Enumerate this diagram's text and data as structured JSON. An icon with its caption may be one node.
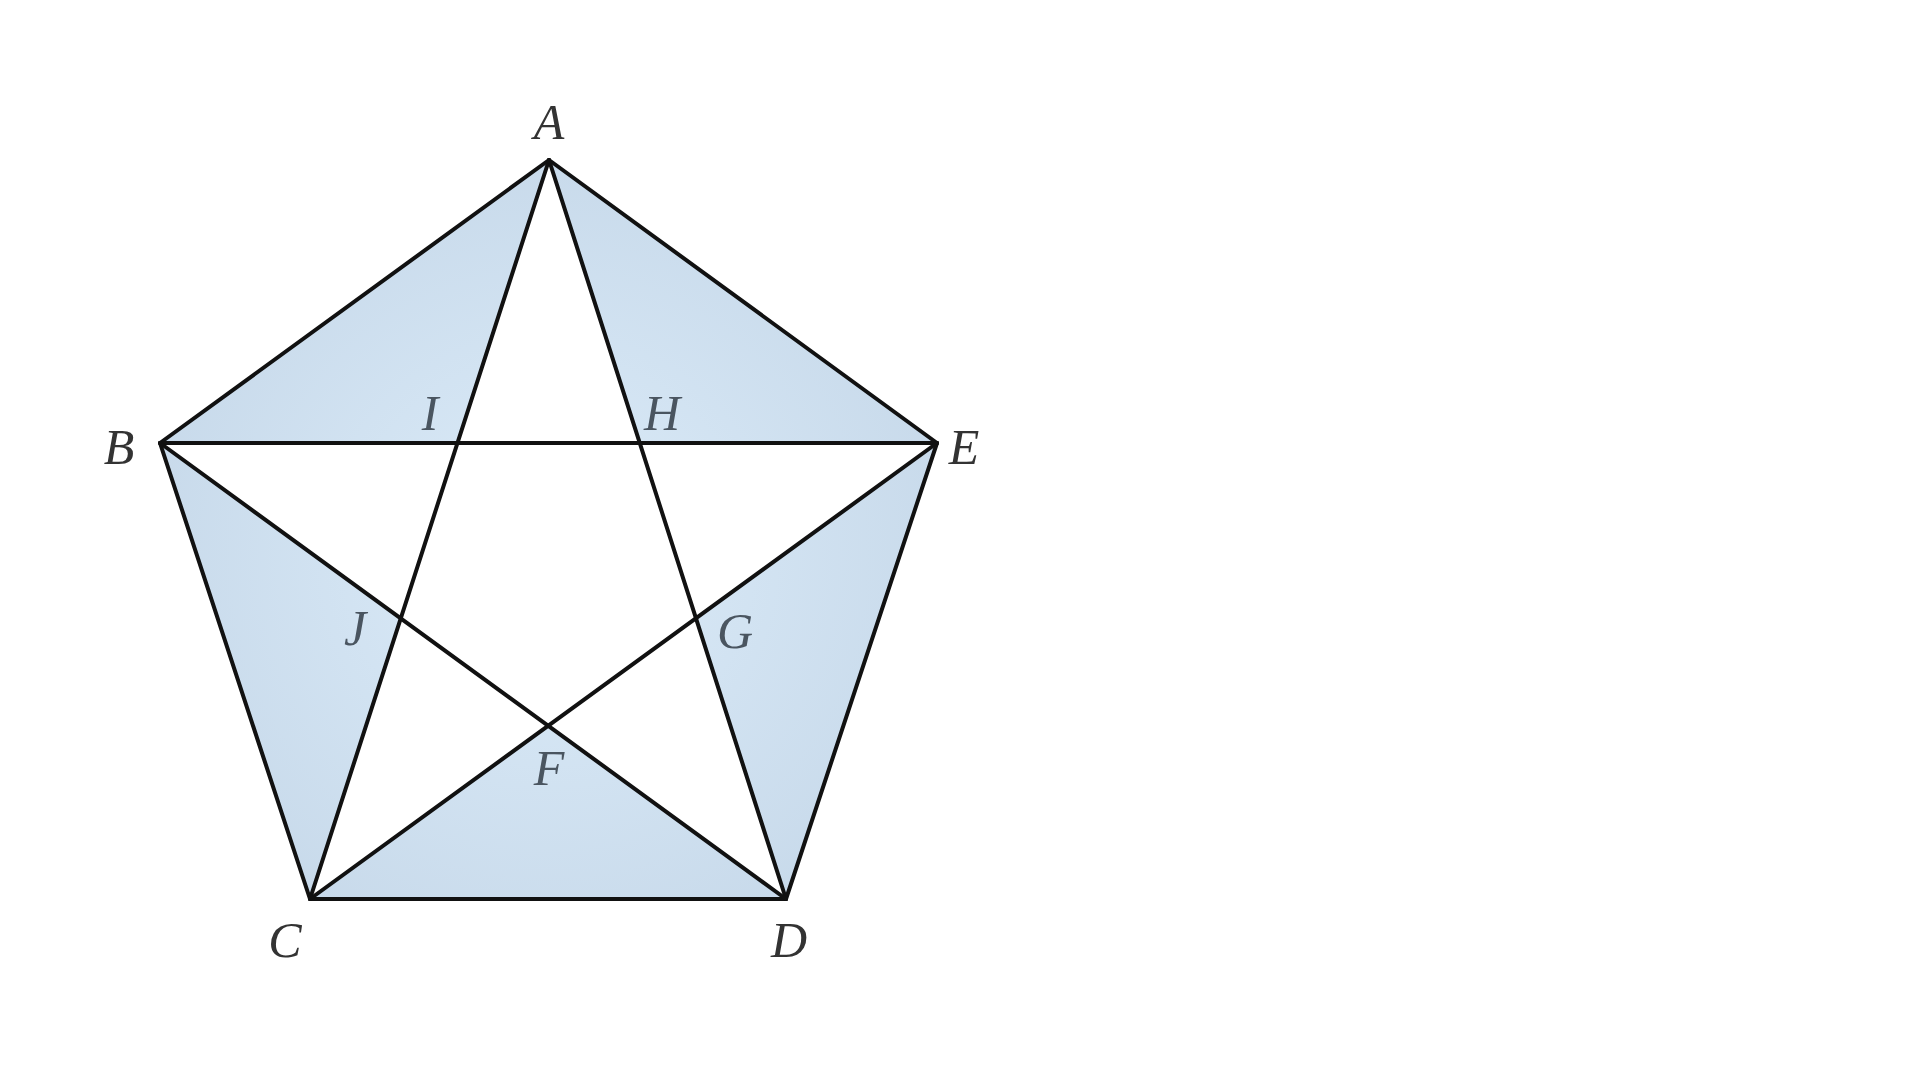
{
  "diagram": {
    "nodes": [
      {
        "text": [
          "A"
        ]
      },
      {
        "text": [
          "B"
        ]
      },
      {
        "text": [
          "C"
        ]
      },
      {
        "text": [
          "D"
        ]
      },
      {
        "text": [
          "E"
        ]
      }
    ],
    "edges": [
      {
        "from": 0,
        "to": 1,
        "arrow": "none"
      },
      {
        "from": 1,
        "to": 2,
        "arrow": "none"
      },
      {
        "from": 2,
        "to": 3,
        "arrow": "none"
      },
      {
        "from": 3,
        "to": 4,
        "arrow": "none"
      },
      {
        "from": 4,
        "to": 0,
        "arrow": "none"
      },
      {
        "from": 0,
        "to": 2,
        "arrow": "none"
      },
      {
        "from": 0,
        "to": 3,
        "arrow": "none"
      },
      {
        "from": 1,
        "to": 4,
        "arrow": "none"
      },
      {
        "from": 1,
        "to": 3,
        "arrow": "none"
      },
      {
        "from": 2,
        "to": 4,
        "arrow": "none"
      }
    ],
    "labels": [
      "I",
      "H",
      "J",
      "G",
      "F"
    ]
  }
}
